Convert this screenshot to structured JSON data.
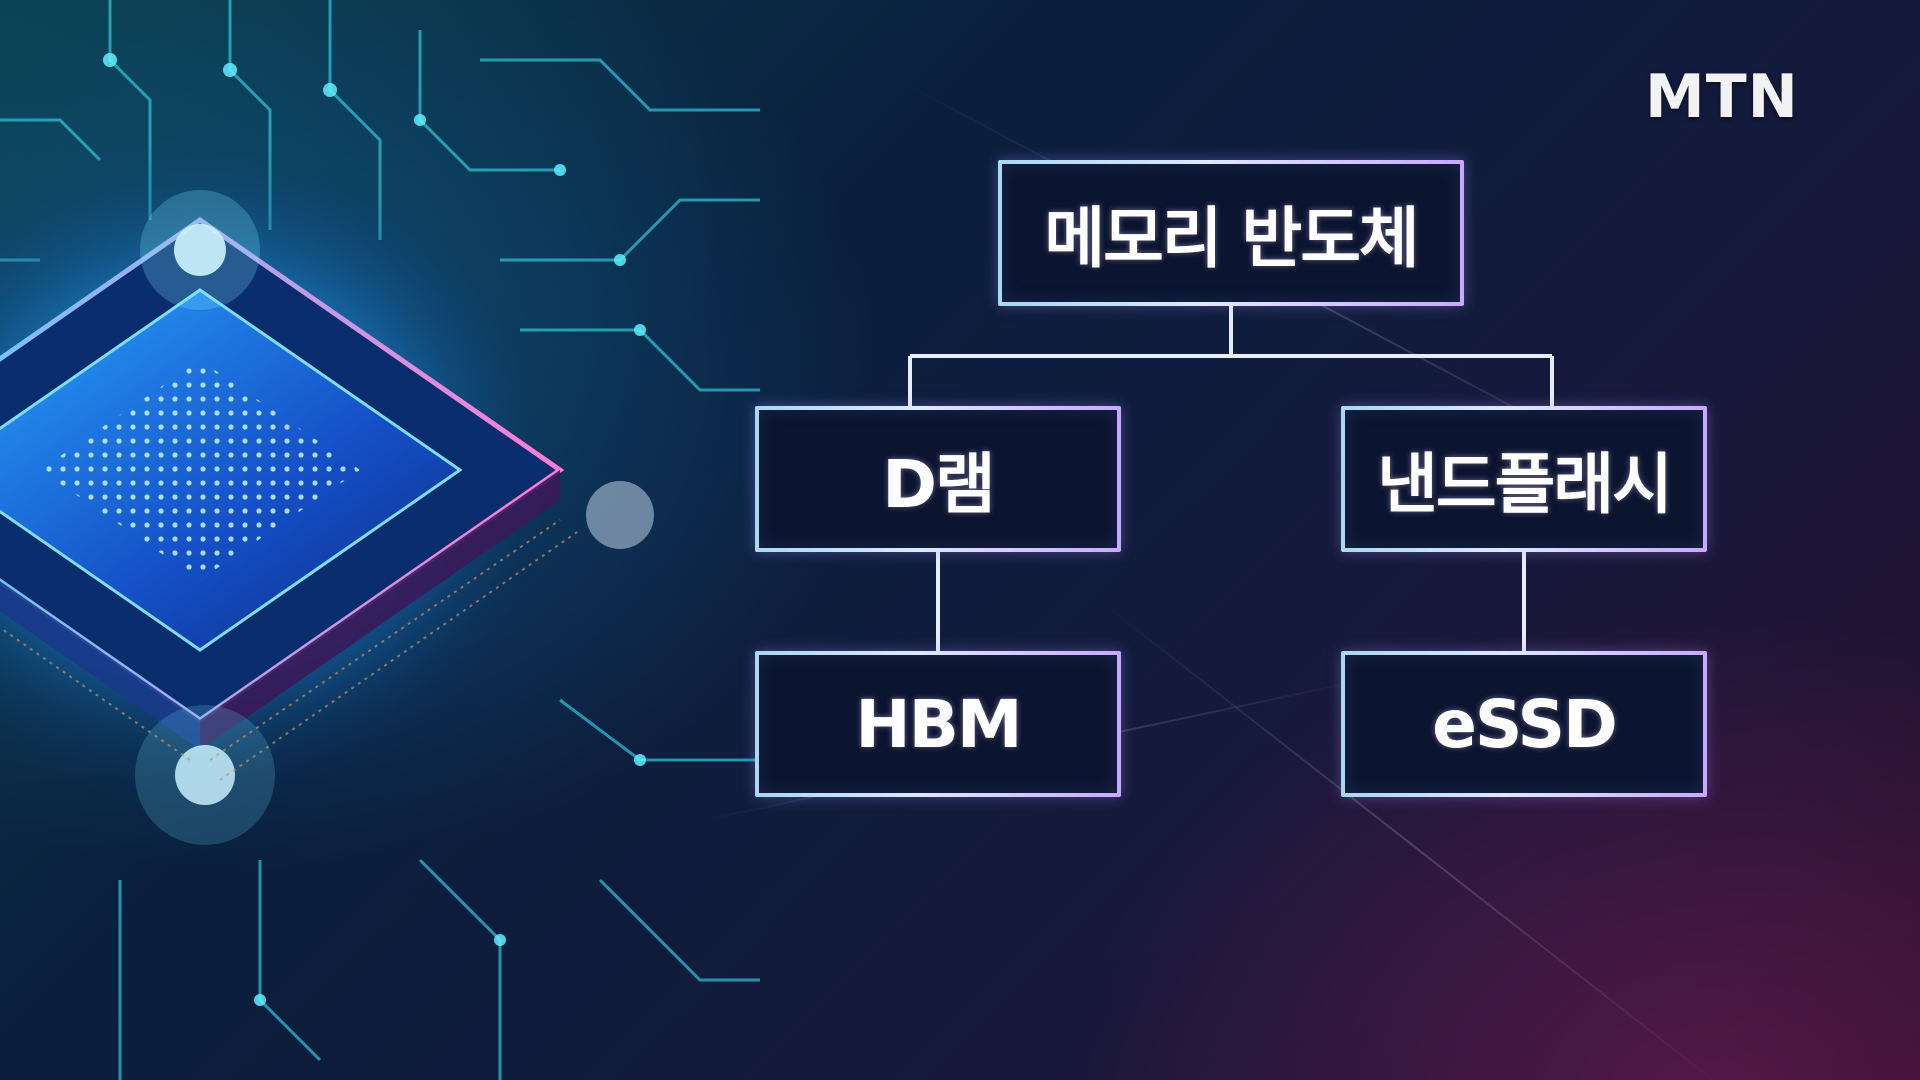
{
  "logo": {
    "text": "MTN"
  },
  "diagram": {
    "root": {
      "label": "메모리 반도체"
    },
    "branches": [
      {
        "label": "D램",
        "child": {
          "label": "HBM"
        }
      },
      {
        "label": "낸드플래시",
        "child": {
          "label": "eSSD"
        }
      }
    ]
  },
  "colors": {
    "node_border_start": "#a8d8f0",
    "node_border_end": "#c8a8ff",
    "connector": "#e8ecf5",
    "node_fill": "#0b1530"
  },
  "icons": [
    "chip-illustration"
  ]
}
